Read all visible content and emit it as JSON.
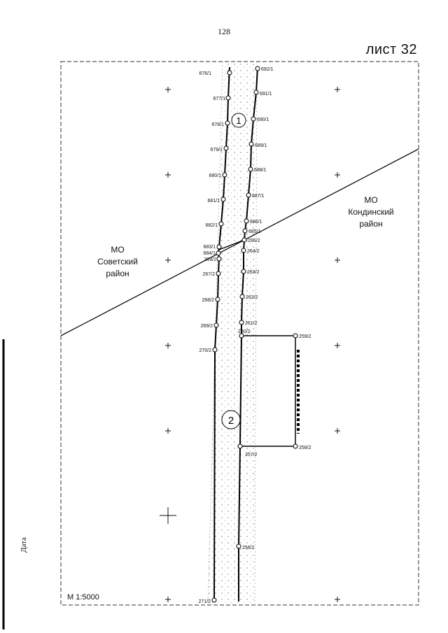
{
  "page_number": "128",
  "sheet_label": "лист 32",
  "side_label": "Дата",
  "scale_label": "М 1:5000",
  "regions": {
    "left": [
      "МО",
      "Советский",
      "район"
    ],
    "right": [
      "МО",
      "Кондинский",
      "район"
    ]
  },
  "section_markers": [
    "1",
    "2"
  ],
  "left_line_points": [
    "676/1",
    "677/1",
    "678/1",
    "679/1",
    "680/1",
    "681/1",
    "682/1",
    "683/1",
    "684/1",
    "269/2",
    "267/2",
    "268/2",
    "269/2",
    "270/2",
    "271/2"
  ],
  "right_line_points": [
    "692/1",
    "691/1",
    "690/1",
    "689/1",
    "688/1",
    "687/1",
    "686/1",
    "685/1",
    "265/2",
    "264/2",
    "263/2",
    "262/2",
    "261/2",
    "260/2",
    "259/2",
    "258/2",
    "257/2",
    "256/2"
  ]
}
